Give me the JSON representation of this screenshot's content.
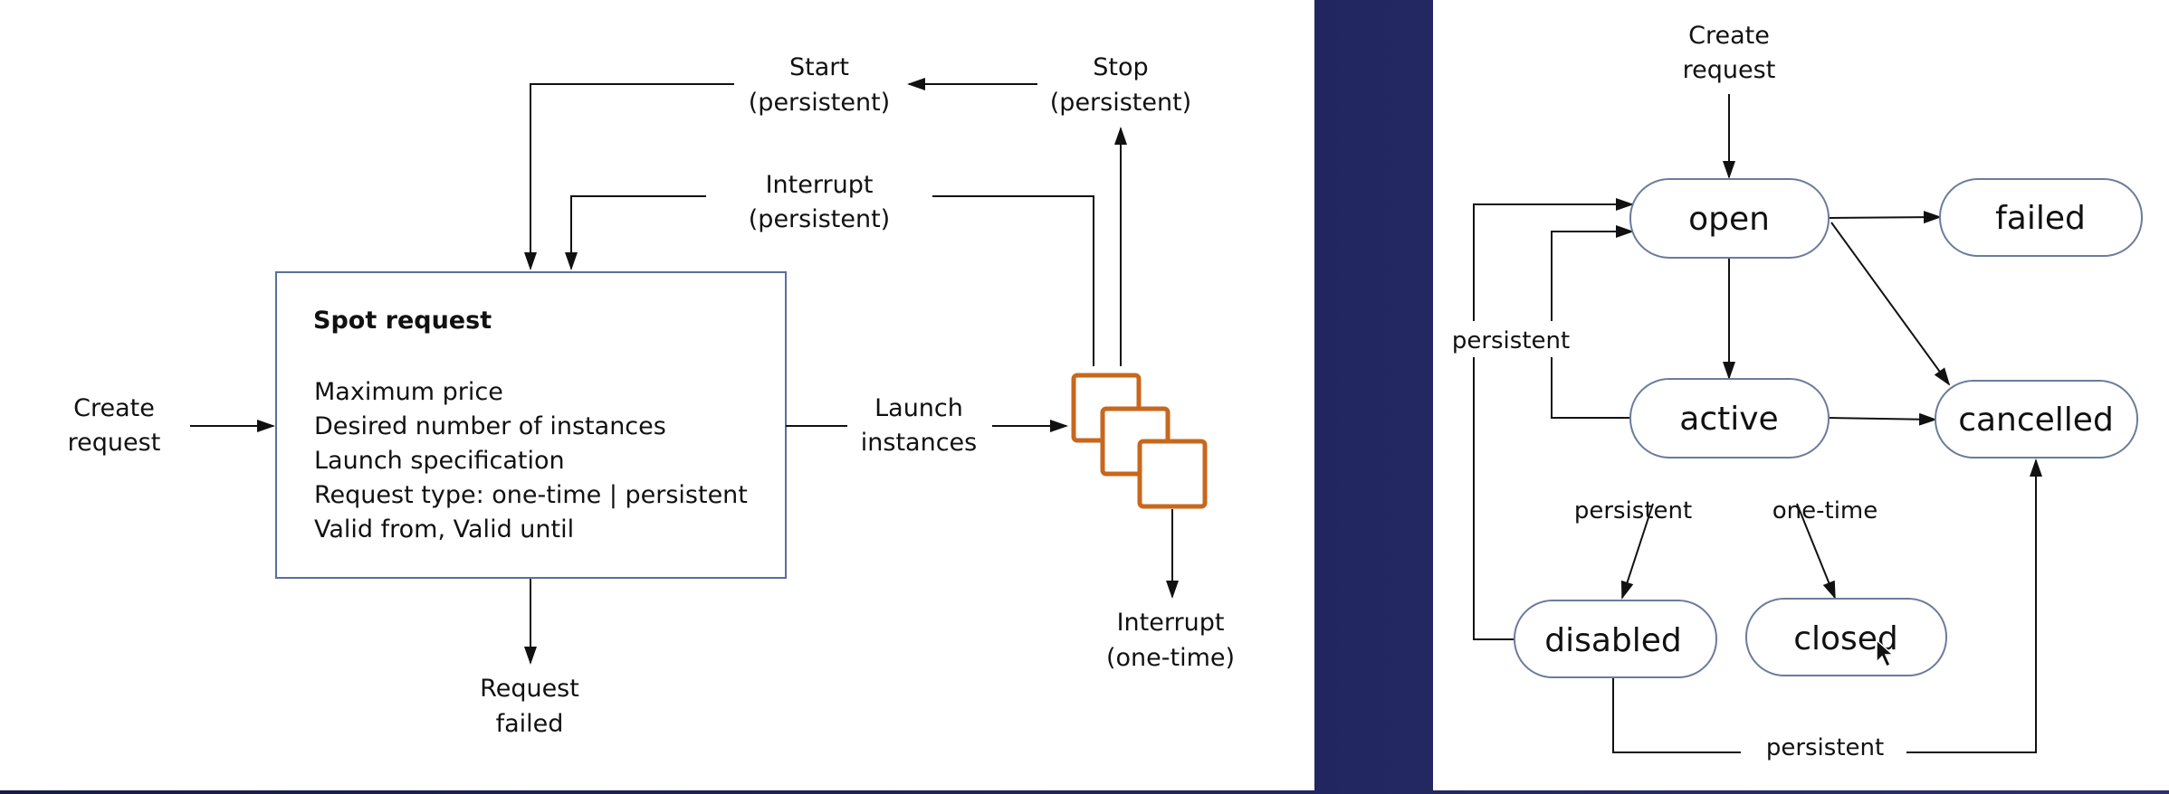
{
  "left": {
    "create_request": [
      "Create",
      "request"
    ],
    "spot_request_title": "Spot request",
    "spot_request_fields": [
      "Maximum price",
      "Desired number of instances",
      "Launch specification",
      "Request type: one-time | persistent",
      "Valid from, Valid until"
    ],
    "start_persistent": [
      "Start",
      "(persistent)"
    ],
    "stop_persistent": [
      "Stop",
      "(persistent)"
    ],
    "interrupt_persistent": [
      "Interrupt",
      "(persistent)"
    ],
    "launch_instances": [
      "Launch",
      "instances"
    ],
    "interrupt_one_time": [
      "Interrupt",
      "(one-time)"
    ],
    "request_failed": [
      "Request",
      "failed"
    ]
  },
  "right": {
    "create_request": [
      "Create",
      "request"
    ],
    "states": {
      "open": "open",
      "failed": "failed",
      "active": "active",
      "cancelled": "cancelled",
      "disabled": "disabled",
      "closed": "closed"
    },
    "edge_labels": {
      "persistent_loop": "persistent",
      "active_to_disabled": "persistent",
      "active_to_closed": "one-time",
      "disabled_to_cancelled": "persistent"
    }
  },
  "colors": {
    "background": "#1f2256",
    "panel": "#ffffff",
    "instance_icon": "#c8671d",
    "box_border": "#5a6f9a"
  },
  "icons": {
    "instances": "stacked-instances-icon",
    "cursor": "mouse-pointer-icon"
  }
}
